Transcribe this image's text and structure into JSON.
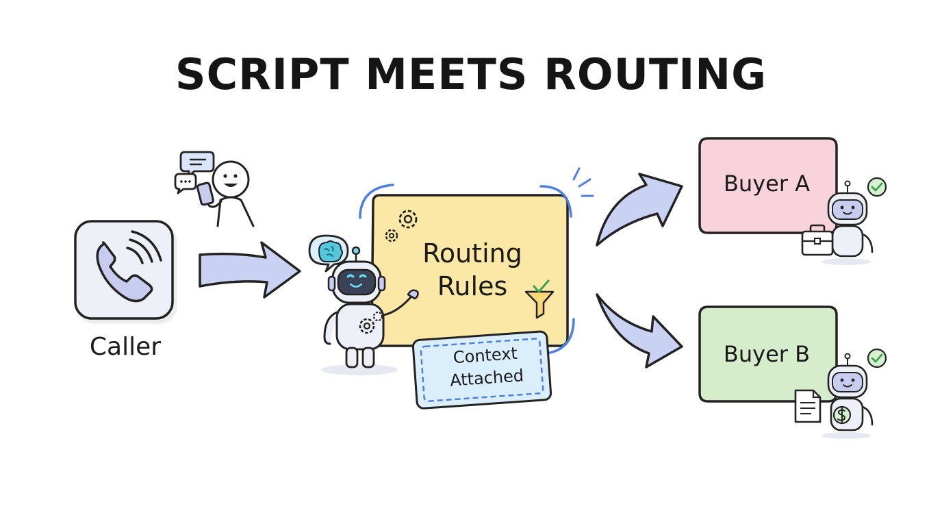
{
  "title": "SCRIPT MEETS ROUTING",
  "nodes": {
    "caller": "Caller",
    "routing_rules": "Routing Rules",
    "context_attached": "Context Attached",
    "buyer_a": "Buyer A",
    "buyer_b": "Buyer B"
  },
  "colors": {
    "ink": "#1a1a1a",
    "arrow_fill": "#c9d2f2",
    "routing_fill": "#fbe7a6",
    "context_fill": "#dbeefb",
    "buyer_a_fill": "#f9d3db",
    "buyer_b_fill": "#d6edcb",
    "accent_blue": "#4f7fdc",
    "check_green": "#3ea24a"
  },
  "icons": [
    "phone-icon",
    "person-icon",
    "robot-icon",
    "gear-icon",
    "brain-icon",
    "funnel-icon",
    "check-icon",
    "briefcase-icon",
    "document-icon",
    "dollar-icon"
  ]
}
